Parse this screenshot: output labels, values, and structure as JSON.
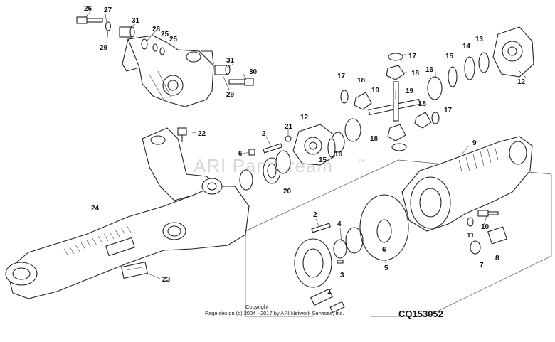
{
  "watermark": "ARI PartStream",
  "watermark_tm": "TM",
  "copyright": {
    "line1": "Copyright",
    "line2": "Page design (c) 2004 - 2017 by ARI Network Services, Inc."
  },
  "diagram_code": "CQ153052",
  "callouts": [
    "26",
    "27",
    "29",
    "31",
    "28",
    "25",
    "25",
    "31",
    "29",
    "30",
    "22",
    "24",
    "23",
    "2",
    "21",
    "12",
    "6",
    "15",
    "16",
    "20",
    "17",
    "19",
    "18",
    "19",
    "18",
    "17",
    "18",
    "18",
    "16",
    "17",
    "15",
    "14",
    "13",
    "12",
    "9",
    "2",
    "4",
    "3",
    "1",
    "6",
    "5",
    "11",
    "10",
    "7",
    "8"
  ]
}
